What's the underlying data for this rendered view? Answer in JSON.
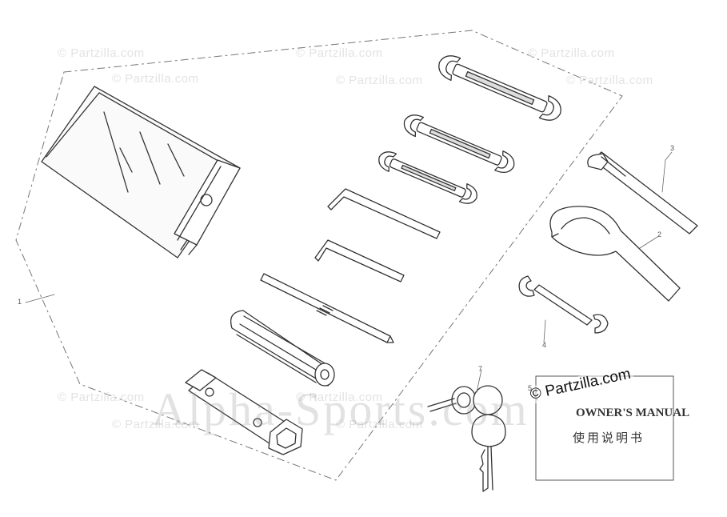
{
  "watermarks": {
    "small": "© Partzilla.com",
    "big": "Alpha-Sports.com",
    "partzilla": "© Partzilla.com"
  },
  "manual": {
    "title": "OWNER'S MANUAL",
    "subtitle": "使用说明书"
  },
  "callouts": {
    "c1": "1",
    "c2": "2",
    "c3": "3",
    "c4": "4",
    "c5": "5",
    "c7": "7"
  },
  "parts": [
    {
      "name": "tool-bag"
    },
    {
      "name": "open-end-wrench"
    },
    {
      "name": "hex-key"
    },
    {
      "name": "screwdriver"
    },
    {
      "name": "screwdriver-handle"
    },
    {
      "name": "spark-plug-socket-wrench"
    },
    {
      "name": "pin-spanner"
    },
    {
      "name": "hook-spanner"
    },
    {
      "name": "ignition-key"
    },
    {
      "name": "owners-manual"
    }
  ]
}
